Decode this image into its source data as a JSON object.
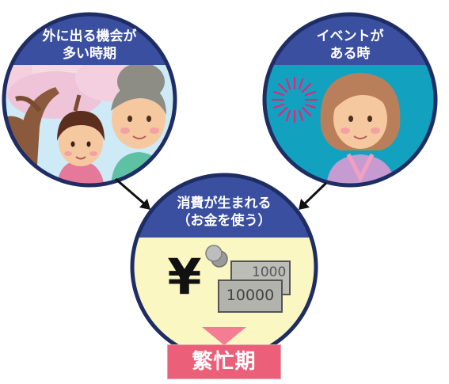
{
  "left_circle": {
    "title_line1": "外に出る機会が",
    "title_line2": "多い時期"
  },
  "right_circle": {
    "title_line1": "イベントが",
    "title_line2": "ある時"
  },
  "center_circle": {
    "title_line1": "消費が生まれる",
    "title_line2": "（お金を使う）"
  },
  "money": {
    "yen_symbol": "¥",
    "note_back": "1000",
    "note_front": "10000"
  },
  "result": {
    "label": "繁忙期"
  },
  "colors": {
    "header_blue": "#3b4fa0",
    "circle_border": "#1e2d63",
    "sky_left": "#cdeaf6",
    "sky_right": "#12a2bf",
    "center_fill": "#fbf7c2",
    "arrow_pink": "#f47d93",
    "result_red": "#ec5f78"
  }
}
